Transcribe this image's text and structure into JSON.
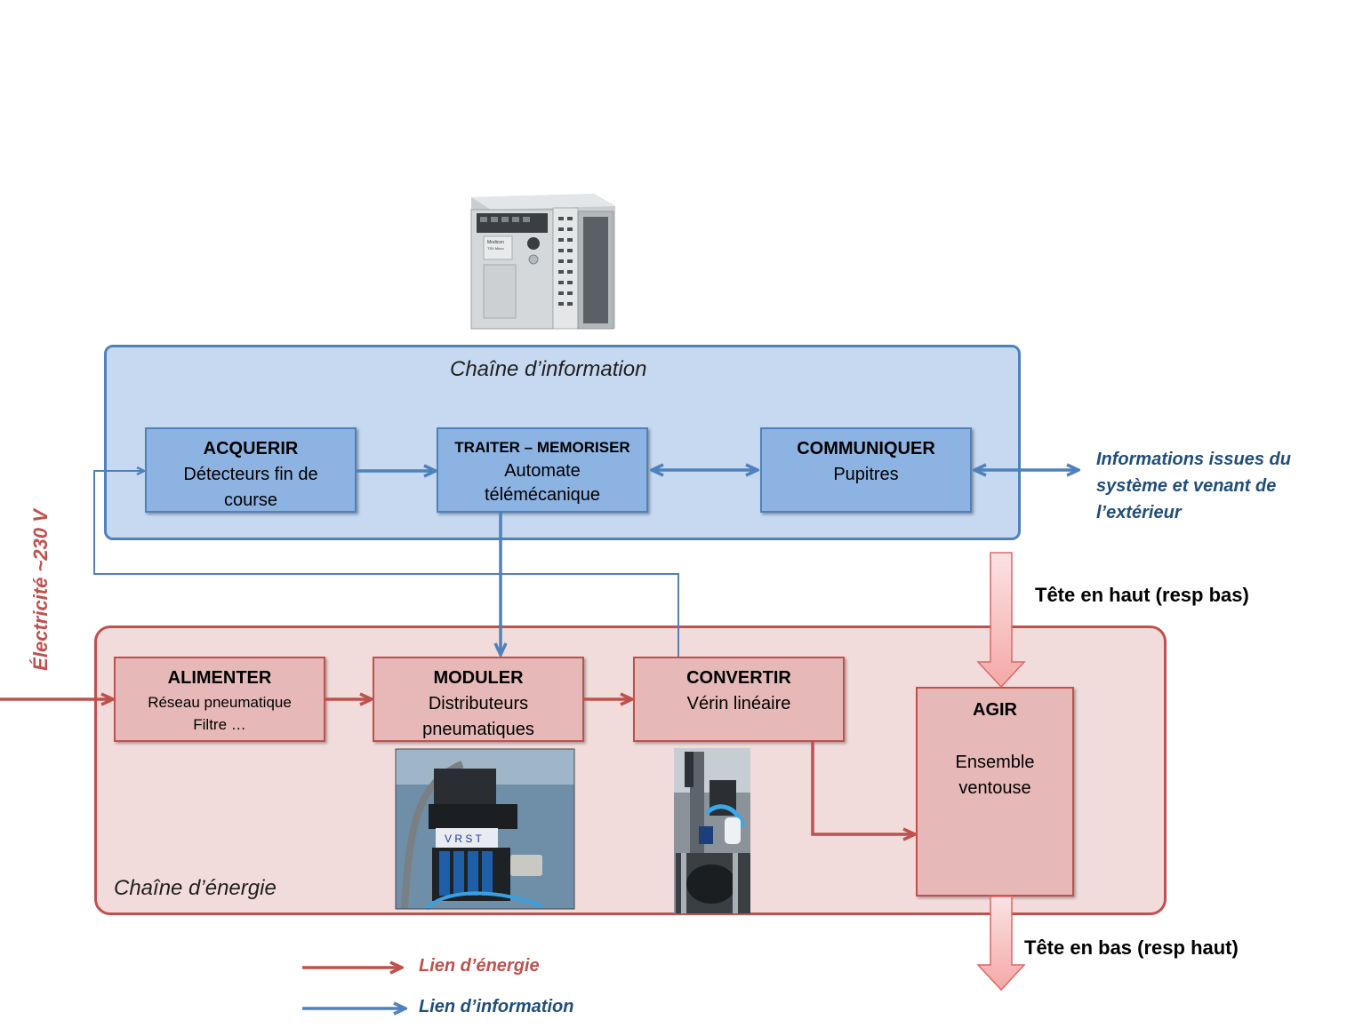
{
  "info_chain": {
    "title": "Chaîne d’information",
    "acquerir": {
      "title": "ACQUERIR",
      "line1": "Détecteurs fin de",
      "line2": "course"
    },
    "traiter": {
      "title": "TRAITER – MEMORISER",
      "line1": "Automate",
      "line2": "télémécanique"
    },
    "communiquer": {
      "title": "COMMUNIQUER",
      "line1": "Pupitres"
    }
  },
  "external_info": {
    "line1": "Informations issues du",
    "line2": "système et venant de",
    "line3": "l’extérieur"
  },
  "energy_chain": {
    "title": "Chaîne d’énergie",
    "alimenter": {
      "title": "ALIMENTER",
      "line1": "Réseau pneumatique",
      "line2": "Filtre …"
    },
    "moduler": {
      "title": "MODULER",
      "line1": "Distributeurs",
      "line2": "pneumatiques"
    },
    "convertir": {
      "title": "CONVERTIR",
      "line1": "Vérin linéaire"
    },
    "agir": {
      "title": "AGIR",
      "line1": "Ensemble",
      "line2": "ventouse"
    }
  },
  "power_input": "Électricité  ~230 V",
  "tete_haut": "Tête en haut (resp bas)",
  "tete_bas": "Tête en bas (resp haut)",
  "legend": {
    "energy": "Lien d’énergie",
    "information": "Lien d’information"
  },
  "plc_label": {
    "line1": "Modicon",
    "line2": "TSX Micro"
  },
  "colors": {
    "info_link": "#4f81bd",
    "energy_link": "#c0504d",
    "info_bg": "#c6d9f0",
    "energy_bg": "#f2dcdb"
  }
}
